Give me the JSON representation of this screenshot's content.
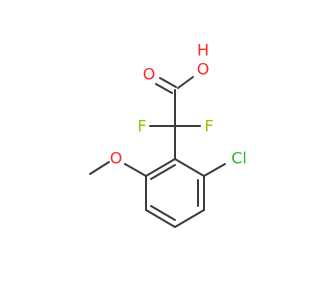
{
  "molecule": {
    "atoms": {
      "hydroxyl_h": {
        "label": "H",
        "color": "#ff2a2a"
      },
      "hydroxyl_o": {
        "label": "O",
        "color": "#ff2a2a"
      },
      "carbonyl_o": {
        "label": "O",
        "color": "#ff2a2a"
      },
      "fluorine_left": {
        "label": "F",
        "color": "#90c800"
      },
      "fluorine_right": {
        "label": "F",
        "color": "#90c800"
      },
      "methoxy_o": {
        "label": "O",
        "color": "#ff2a2a"
      },
      "chlorine": {
        "label": "Cl",
        "color": "#2db82d"
      }
    },
    "bond_color": "#3c3c3c"
  }
}
